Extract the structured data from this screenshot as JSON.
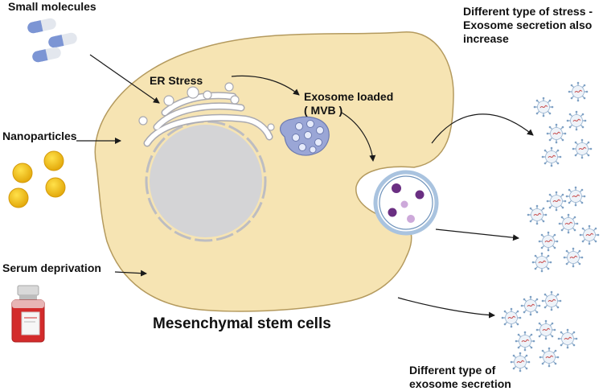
{
  "labels": {
    "small_molecules": "Small molecules",
    "nanoparticles": "Nanoparticles",
    "serum_deprivation": "Serum deprivation",
    "er_stress": "ER Stress",
    "exosome_loaded_line1": "Exosome loaded",
    "exosome_loaded_line2": "( MVB )",
    "stress_line1": "Different type of stress -",
    "stress_line2": "Exosome secretion also",
    "stress_line3": "increase",
    "cell_name": "Mesenchymal stem cells",
    "secretion_line1": "Different type of",
    "secretion_line2": "exosome secretion"
  },
  "colors": {
    "cell_fill": "#f6e4b3",
    "cell_stroke": "#b49a5e",
    "nucleus_fill": "#d4d4d6",
    "mvb_fill": "#9aa6d6",
    "nanoparticle": "#f2c012",
    "exosome_spike": "#7fa1c4",
    "exosome_core": "#c84b4b",
    "bottle_red": "#d32b2b",
    "arrow": "#1a1a1a"
  },
  "icons": [
    "pill-icon",
    "nanoparticle-icon",
    "serum-bottle-icon",
    "exosome-icon"
  ]
}
